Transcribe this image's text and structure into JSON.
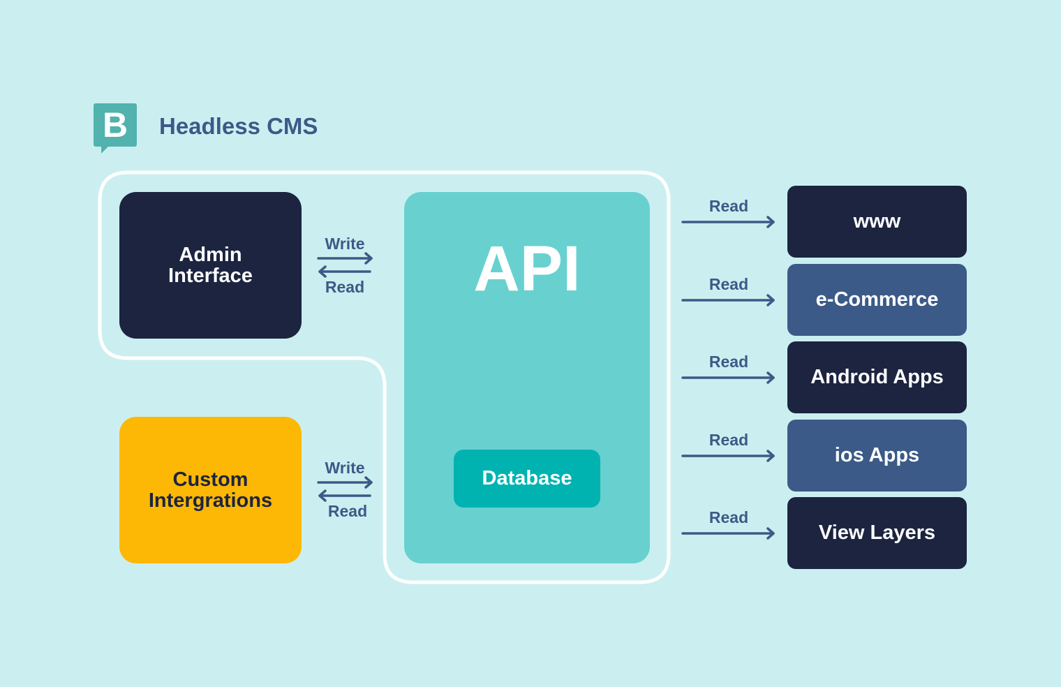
{
  "header": {
    "logo_letter": "B",
    "title": "Headless CMS"
  },
  "colors": {
    "background": "#cbeff0",
    "dark_navy": "#1c2440",
    "slate_blue": "#3b5a87",
    "amber": "#fdb805",
    "api_teal": "#68d1d0",
    "db_teal": "#00b3b1",
    "logo_teal": "#52b2ae"
  },
  "sources": [
    {
      "label_line1": "Admin",
      "label_line2": "Interface",
      "write_label": "Write",
      "read_label": "Read"
    },
    {
      "label_line1": "Custom",
      "label_line2": "Intergrations",
      "write_label": "Write",
      "read_label": "Read"
    }
  ],
  "api": {
    "label": "API",
    "database_label": "Database"
  },
  "outputs": [
    {
      "label": "www",
      "arrow_label": "Read"
    },
    {
      "label": "e-Commerce",
      "arrow_label": "Read"
    },
    {
      "label": "Android Apps",
      "arrow_label": "Read"
    },
    {
      "label": "ios Apps",
      "arrow_label": "Read"
    },
    {
      "label": "View Layers",
      "arrow_label": "Read"
    }
  ]
}
